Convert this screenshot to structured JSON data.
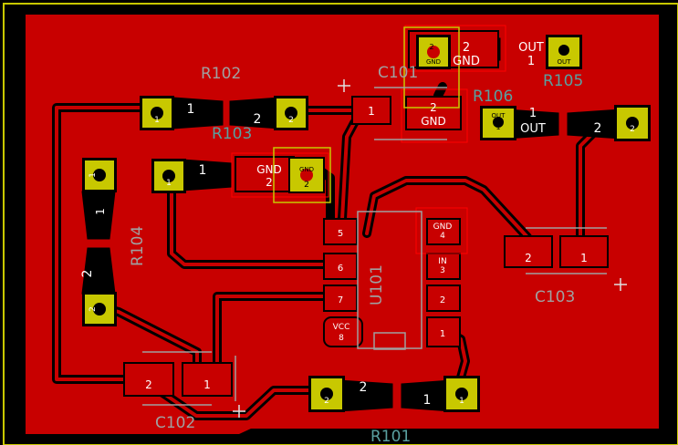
{
  "colors": {
    "background": "#000000",
    "copper": "#c80000",
    "track": "#000000",
    "pad_tht": "#c8c800",
    "pad_smd": "#c80000",
    "silk": "#a0a0a0",
    "ref_text": "#5aa0a0",
    "outline": "#c8c800",
    "selection": "#ff0000",
    "anchor": "#e0e0e0"
  },
  "pads": {
    "r102_1": "1",
    "r102_2": "2",
    "r103_1": "1",
    "r103_2": "2",
    "r103_2b": "2",
    "r103_gnd": "GND",
    "r103_gnd_small": "GND",
    "r104_1": "1",
    "r104_1b": "1",
    "r104_2": "2",
    "r104_2b": "2",
    "c101_1": "1",
    "c101_2": "2",
    "c101_gnd": "GND",
    "top_2": "2",
    "top_gnd": "GND",
    "top_gnd_small": "GND",
    "top_2b": "2",
    "r105_out": "OUT",
    "r105_1": "1",
    "r105_out_small": "OUT",
    "r105_1b": "1",
    "r106_out_small": "OUT",
    "r106_1": "1",
    "r106_1b": "1",
    "r106_out": "OUT",
    "r106_2": "2",
    "r106_2b": "2",
    "c103_1": "1",
    "c103_2": "2",
    "c102_1": "1",
    "c102_2": "2",
    "r101_1": "1",
    "r101_2": "2",
    "r101_1b": "1",
    "r101_2b": "2",
    "u_gnd": "GND",
    "u_4": "4",
    "u_in": "IN",
    "u_3": "3",
    "u_2": "2",
    "u_1": "1",
    "u_5": "5",
    "u_6": "6",
    "u_7": "7",
    "u_vcc": "VCC",
    "u_8": "8"
  },
  "refs": {
    "r102": "R102",
    "r103": "R103",
    "r104": "R104",
    "c101": "C101",
    "r105": "R105",
    "r106": "R106",
    "c103": "C103",
    "c102": "C102",
    "r101": "R101",
    "u101": "U101"
  }
}
